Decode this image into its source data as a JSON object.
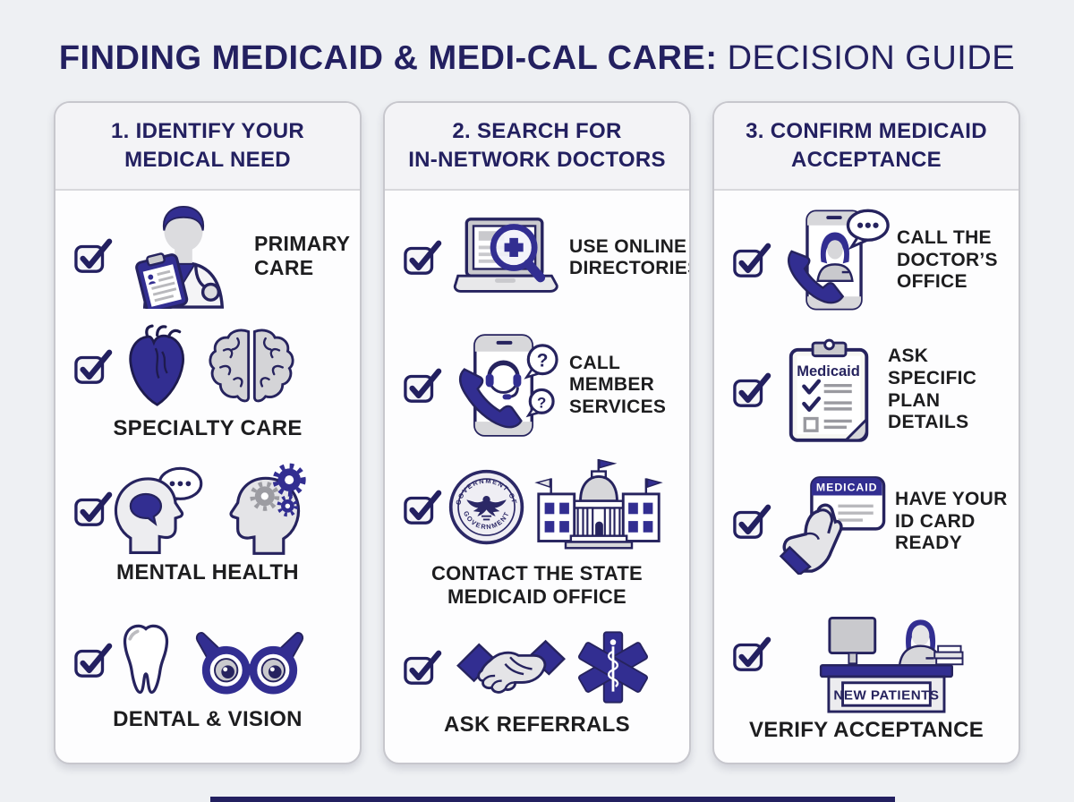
{
  "title": {
    "bold": "FINDING MEDICAID & MEDI-CAL CARE:",
    "light": "DECISION GUIDE"
  },
  "columns": [
    {
      "header": "1. IDENTIFY YOUR\nMEDICAL NEED",
      "items": [
        {
          "label": "PRIMARY\nCARE",
          "checked": true,
          "icon": "doctor-clipboard"
        },
        {
          "label": "SPECIALTY CARE",
          "checked": true,
          "icons": [
            "heart",
            "brain"
          ]
        },
        {
          "label": "MENTAL HEALTH",
          "checked": true,
          "icons": [
            "head-speech",
            "head-gears"
          ]
        },
        {
          "label": "DENTAL & VISION",
          "checked": true,
          "icons": [
            "tooth",
            "glasses"
          ]
        }
      ]
    },
    {
      "header": "2. SEARCH FOR\nIN-NETWORK DOCTORS",
      "items": [
        {
          "label": "USE ONLINE\nDIRECTORIES",
          "checked": true,
          "icon": "laptop-search"
        },
        {
          "label": "CALL\nMEMBER\nSERVICES",
          "checked": true,
          "icon": "phone-headset"
        },
        {
          "label": "CONTACT THE STATE\nMEDICAID OFFICE",
          "checked": true,
          "icons": [
            "government-seal",
            "capitol-building"
          ]
        },
        {
          "label": "ASK REFERRALS",
          "checked": true,
          "icons": [
            "handshake",
            "star-of-life"
          ]
        }
      ]
    },
    {
      "header": "3. CONFIRM MEDICAID\nACCEPTANCE",
      "items": [
        {
          "label": "CALL THE\nDOCTOR’S\nOFFICE",
          "checked": true,
          "icon": "phone-caller"
        },
        {
          "label": "ASK SPECIFIC\nPLAN\nDETAILS",
          "checked": true,
          "icon": "medicaid-clipboard"
        },
        {
          "label": "HAVE YOUR\nID CARD\nREADY",
          "checked": true,
          "icon": "medicaid-card"
        },
        {
          "label": "VERIFY ACCEPTANCE",
          "checked": true,
          "icon": "reception-desk"
        }
      ]
    }
  ],
  "icon_texts": {
    "clipboard_title": "Medicaid",
    "card_title": "MEDICAID",
    "desk_sign": "NEW PATIENTS",
    "seal_top": "GOVERNMENT OF",
    "seal_bottom": "GOVERNMENT",
    "question_mark": "?"
  },
  "colors": {
    "navy_text": "#232060",
    "navy_fill": "#322e91",
    "outline": "#26235e",
    "label": "#1d1d1f",
    "background": "#eef0f3",
    "card_border": "#c7c7cd",
    "gray_icon": "#cfcfd3"
  }
}
